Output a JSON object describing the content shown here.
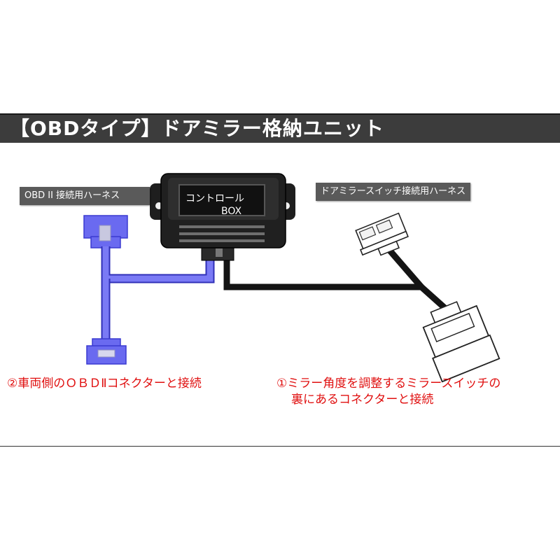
{
  "title": "【OBDタイプ】ドアミラー格納ユニット",
  "labels": {
    "obd_harness": "OBD II 接続用ハーネス",
    "switch_harness": "ドアミラースイッチ接続用ハーネス"
  },
  "control_box": {
    "line1": "コントロール",
    "line2": "BOX"
  },
  "captions": {
    "left": "②車両側のＯＢＤⅡコネクターと接続",
    "right_line1": "①ミラー角度を調整するミラースイッチの",
    "right_line2": "裏にあるコネクターと接続"
  },
  "colors": {
    "title_bar": "#3c3c3c",
    "obd_harness": "#6a6af0",
    "switch_cable": "#1a1a1a",
    "caption": "#e01010",
    "label_tag": "#5a5a5a"
  }
}
